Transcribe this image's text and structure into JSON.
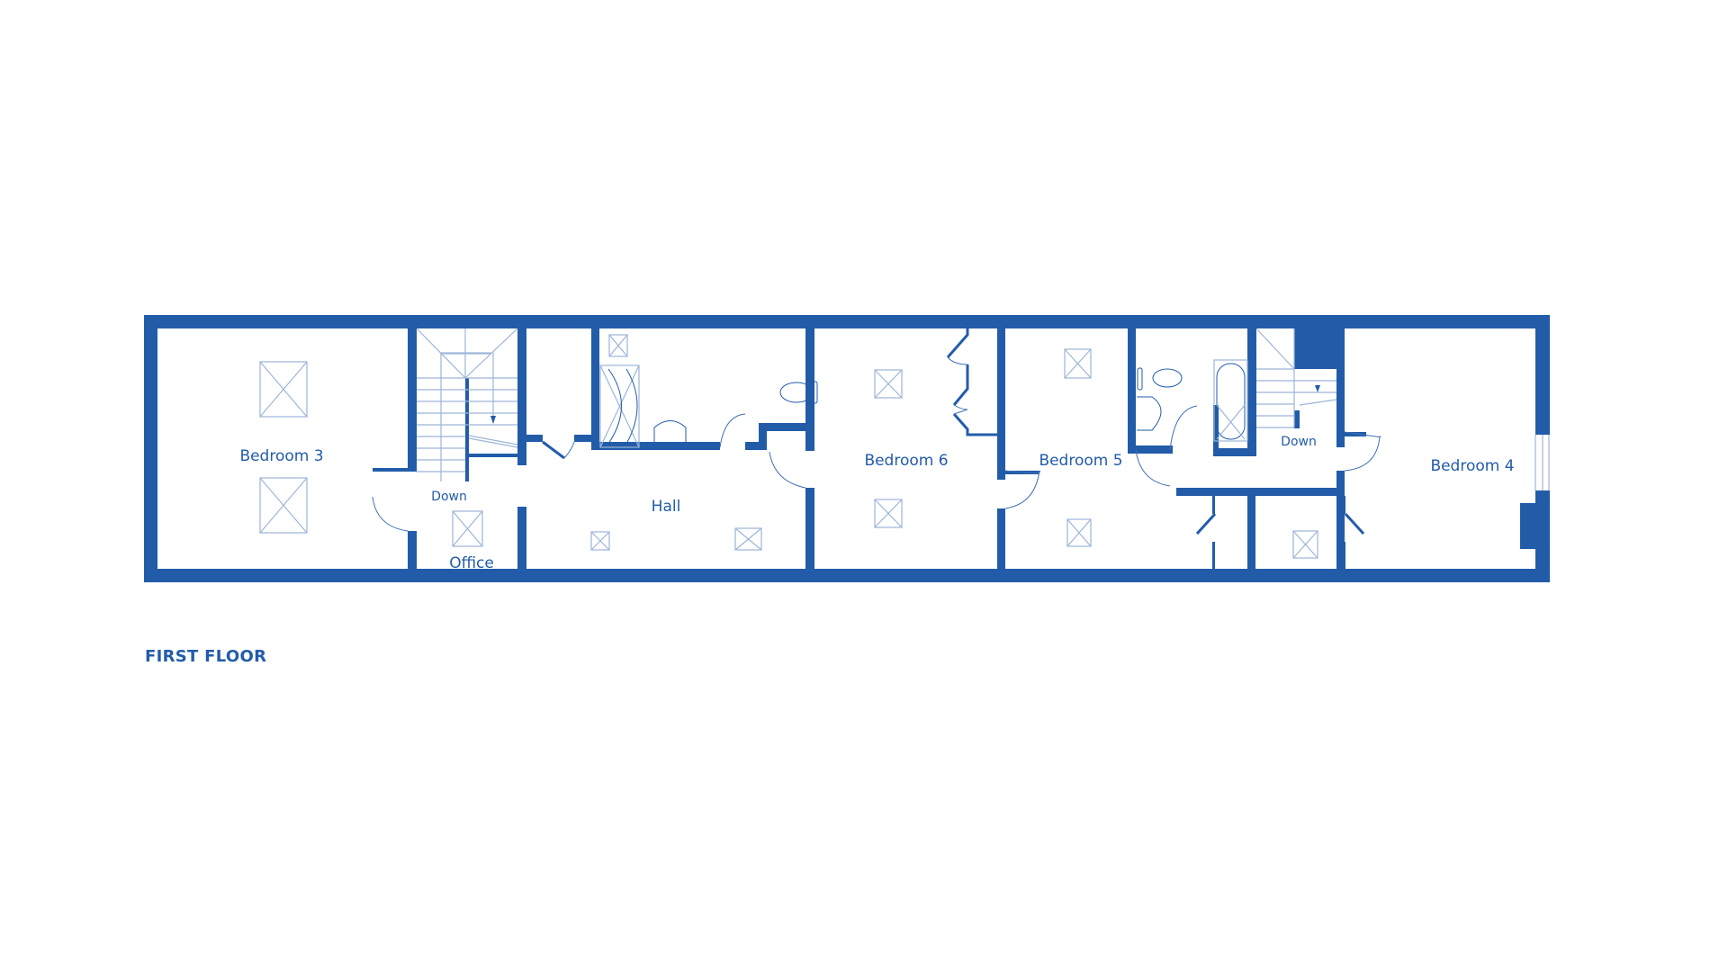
{
  "floor_title": "FIRST FLOOR",
  "colors": {
    "wall": "#225ca9",
    "fixture_light": "#9db5d8",
    "background": "#ffffff"
  },
  "rooms": [
    {
      "id": "bedroom-3",
      "label": "Bedroom 3"
    },
    {
      "id": "office",
      "label": "Office"
    },
    {
      "id": "hall",
      "label": "Hall"
    },
    {
      "id": "bedroom-6",
      "label": "Bedroom 6"
    },
    {
      "id": "bedroom-5",
      "label": "Bedroom 5"
    },
    {
      "id": "bedroom-4",
      "label": "Bedroom 4"
    }
  ],
  "stair_labels": [
    {
      "id": "stair-west",
      "label": "Down"
    },
    {
      "id": "stair-east",
      "label": "Down"
    }
  ]
}
